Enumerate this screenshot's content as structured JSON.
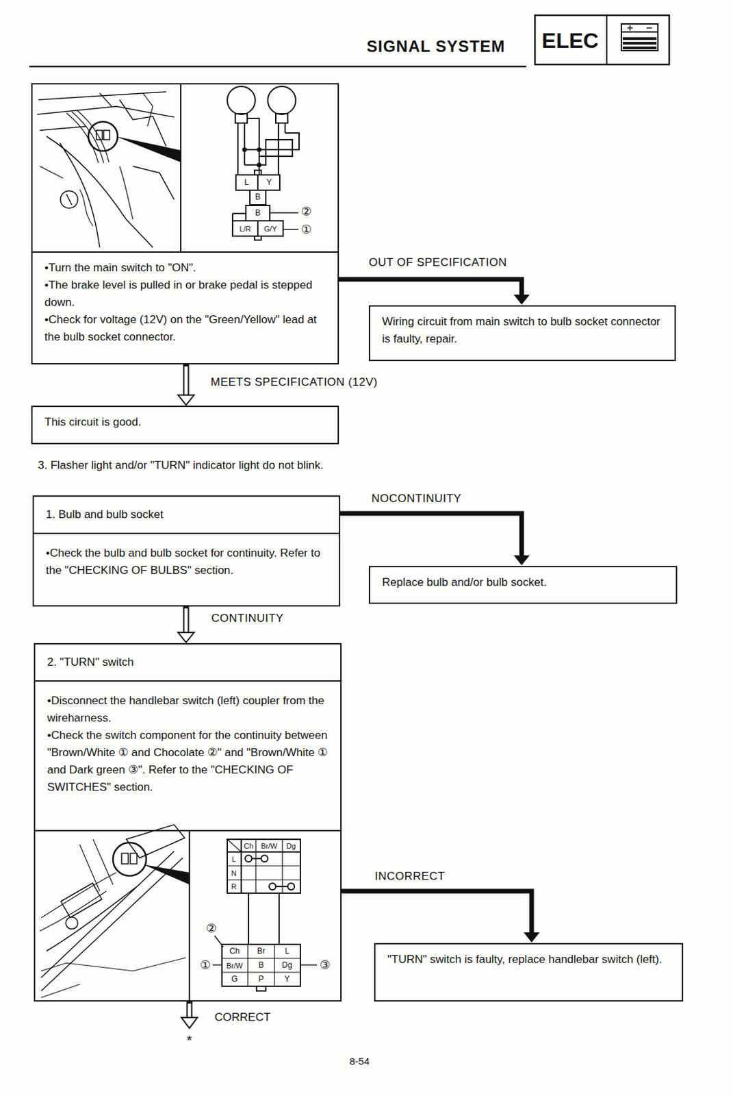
{
  "diagram": {
    "title": "SIGNAL SYSTEM",
    "nodes": [
      {
        "text": [
          "•Turn the main switch to \"ON\".",
          "•The brake level is pulled in or brake pedal is stepped down.",
          "•Check for voltage (12V) on the \"Green/Yellow\" lead at the bulb socket connector."
        ]
      },
      {
        "text": [
          "Wiring circuit from main switch to bulb socket connector is faulty, repair."
        ]
      },
      {
        "text": [
          "This circuit is good."
        ]
      },
      {
        "text": [
          "1. Bulb and bulb socket",
          "•Check the bulb and bulb socket for continuity. Refer to the \"CHECKING OF BULBS\" section."
        ]
      },
      {
        "text": [
          "Replace bulb and/or bulb socket."
        ]
      },
      {
        "text": [
          "2. \"TURN\" switch",
          "•Disconnect the handlebar switch (left) coupler from the wireharness.",
          "•Check the switch component for the continuity between \"Brown/White ① and Chocolate ②\" and \"Brown/White ① and Dark green ③\". Refer to the \"CHECKING OF SWITCHES\" section."
        ]
      },
      {
        "text": [
          "\"TURN\" switch is faulty, replace handlebar switch (left)."
        ]
      }
    ],
    "edges": [
      {
        "from": 0,
        "to": 1,
        "arrow": "to",
        "label": "OUT OF SPECIFICATION"
      },
      {
        "from": 0,
        "to": 2,
        "arrow": "to",
        "label": "MEETS SPECIFICATION (12V)"
      },
      {
        "from": 3,
        "to": 4,
        "arrow": "to",
        "label": "NOCONTINUITY"
      },
      {
        "from": 3,
        "to": 5,
        "arrow": "to",
        "label": "CONTINUITY"
      },
      {
        "from": 5,
        "to": 6,
        "arrow": "to",
        "label": "INCORRECT"
      }
    ],
    "labels": [
      "ELEC",
      "L",
      "Y",
      "B",
      "B",
      "L/R",
      "G/Y",
      "②",
      "①",
      "3. Flasher light and/or \"TURN\" indicator light do not blink.",
      "Ch",
      "Br/W",
      "Dg",
      "L",
      "N",
      "R",
      "②",
      "Ch",
      "Br",
      "L",
      "①",
      "Br/W",
      "B",
      "Dg",
      "③",
      "G",
      "P",
      "Y",
      "CORRECT",
      "*",
      "8-54"
    ]
  }
}
